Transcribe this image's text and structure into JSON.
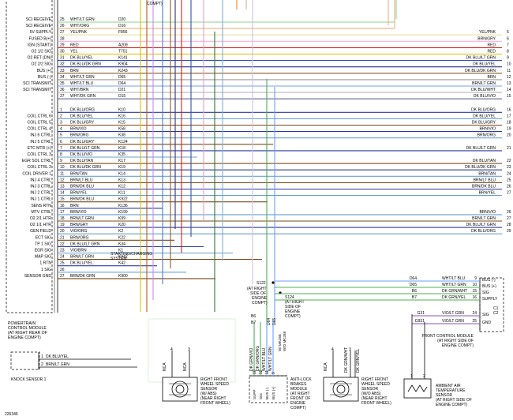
{
  "pcm": {
    "pin_labels": [
      "SCI RECEIVE",
      "SCI RECEIVE",
      "5V SUPPLY",
      "FUSED B(+)",
      "IGN (START)",
      "O2 1/2 SIG",
      "O2 RET (DN)",
      "O2 2/2 SIG",
      "BUS (+)",
      "BUS (-)",
      "SCI TRANSMIT",
      "SCI TRANSMIT",
      "COIL CTRL 6",
      "COIL CTRL 5",
      "COIL CTRL 4",
      "INJ 6 CTRL",
      "INJ 5 CTRL",
      "ETC MTR (+)",
      "COIL CTRL 3",
      "EGR SOL CTRL",
      "COIL CTRL 2",
      "COIL DRIVER 1",
      "INJ 4 CTRL",
      "INJ 3 CTRL",
      "INJ 2 CTRL",
      "INJ 1 CTRL",
      "SENS RTN",
      "MTV CTRL",
      "O2 2/1 HTR",
      "O2 1/1 HTR",
      "GEN FIELD",
      "ECT SIG",
      "TP 1 SIG",
      "EGR SIG",
      "MAP SIG",
      "1 RTN",
      "1 SIG",
      "SENSOR GND"
    ],
    "title_lines": [
      "POWERTRAIN",
      "CONTROL MODULE",
      "(AT RIGHT REAR OF",
      "ENGINE COMPT)"
    ]
  },
  "wires": [
    {
      "pin": "25",
      "color": "WHT/LT GRN",
      "circuit": "D20",
      "rcolor": "",
      "rpin": ""
    },
    {
      "pin": "26",
      "color": "WHT/ORG",
      "circuit": "D16",
      "rcolor": "",
      "rpin": ""
    },
    {
      "pin": "27",
      "color": "YEL/PNK",
      "circuit": "F856",
      "rcolor": "YEL/PNK",
      "rpin": "5"
    },
    {
      "pin": "28",
      "color": "",
      "circuit": "",
      "rcolor": "BRN/GRY",
      "rpin": "6"
    },
    {
      "pin": "29",
      "color": "RED",
      "circuit": "A209",
      "rcolor": "RED",
      "rpin": "7"
    },
    {
      "pin": "30",
      "color": "YEL",
      "circuit": "T751",
      "rcolor": "RED",
      "rpin": "8"
    },
    {
      "pin": "31",
      "color": "DK BLU/YEL",
      "circuit": "K141",
      "rcolor": "DK BLU/LT GRN",
      "rpin": "9"
    },
    {
      "pin": "32",
      "color": "DK BLU/DK GRN",
      "circuit": "K904",
      "rcolor": "DK BLU/YEL",
      "rpin": "10"
    },
    {
      "pin": "33",
      "color": "BRN",
      "circuit": "K243",
      "rcolor": "DK BLU/DK GRN",
      "rpin": "11"
    },
    {
      "pin": "34",
      "color": "WHT/LT GRN",
      "circuit": "D65",
      "rcolor": "BRN",
      "rpin": "12"
    },
    {
      "pin": "35",
      "color": "WHT/LT BLU",
      "circuit": "D64",
      "rcolor": "BRN/LT GRN",
      "rpin": "13"
    },
    {
      "pin": "36",
      "color": "WHT/BRN",
      "circuit": "D21",
      "rcolor": "DK BLU/WHT",
      "rpin": "14"
    },
    {
      "pin": "37",
      "color": "WHT/DK GRN",
      "circuit": "D15",
      "rcolor": "DK BLU/VIO",
      "rpin": "15"
    },
    {
      "pin": "1",
      "color": "DK BLU/ORG",
      "circuit": "K10",
      "rcolor": "DK BLU/ORG",
      "rpin": "16"
    },
    {
      "pin": "2",
      "color": "DK BLU/YEL",
      "circuit": "K16",
      "rcolor": "DK BLU/YEL",
      "rpin": "17"
    },
    {
      "pin": "3",
      "color": "DK BLU/GRY",
      "circuit": "K15",
      "rcolor": "DK BLU/GRY",
      "rpin": "18"
    },
    {
      "pin": "4",
      "color": "BRN/VIO",
      "circuit": "K58",
      "rcolor": "BRN/VIO",
      "rpin": "19"
    },
    {
      "pin": "5",
      "color": "BRN/ORG",
      "circuit": "K38",
      "rcolor": "BRN/ORG",
      "rpin": "20"
    },
    {
      "pin": "6",
      "color": "DK BLU/GRY",
      "circuit": "K124",
      "rcolor": "",
      "rpin": ""
    },
    {
      "pin": "7",
      "color": "DK BLU/LT GRN",
      "circuit": "K18",
      "rcolor": "DK BLU/LT GRN",
      "rpin": "21"
    },
    {
      "pin": "8",
      "color": "DK BLU/VIO",
      "circuit": "K35",
      "rcolor": "",
      "rpin": ""
    },
    {
      "pin": "9",
      "color": "DK BLU/TAN",
      "circuit": "K17",
      "rcolor": "DK BLU/TAN",
      "rpin": "22"
    },
    {
      "pin": "10",
      "color": "DK BLU/DK GRN",
      "circuit": "K19",
      "rcolor": "DK BLU/DK GRN",
      "rpin": "23"
    },
    {
      "pin": "11",
      "color": "BRN/TAN",
      "circuit": "K14",
      "rcolor": "BRN/TAN",
      "rpin": "24"
    },
    {
      "pin": "12",
      "color": "BRN/LT BLU",
      "circuit": "K13",
      "rcolor": "BRN/LT BLU",
      "rpin": "25"
    },
    {
      "pin": "13",
      "color": "BRN/DK BLU",
      "circuit": "K12",
      "rcolor": "BRN/DK BLU",
      "rpin": "26"
    },
    {
      "pin": "14",
      "color": "BRN/YEL",
      "circuit": "K11",
      "rcolor": "BRN/YEL",
      "rpin": "27"
    },
    {
      "pin": "15",
      "color": "BRN/DK BLU",
      "circuit": "K922",
      "rcolor": "",
      "rpin": ""
    },
    {
      "pin": "16",
      "color": "BRN",
      "circuit": "K136",
      "rcolor": "",
      "rpin": ""
    },
    {
      "pin": "17",
      "color": "BRN/VIO",
      "circuit": "K199",
      "rcolor": "BRN/VIO",
      "rpin": "26"
    },
    {
      "pin": "18",
      "color": "BRN/LT GRN",
      "circuit": "K99",
      "rcolor": "BRN/LT GRN",
      "rpin": "27"
    },
    {
      "pin": "19",
      "color": "BRN/GRY",
      "circuit": "K20",
      "rcolor": "DK BLU/LT GRN",
      "rpin": "28"
    },
    {
      "pin": "20",
      "color": "VIO/ORG",
      "circuit": "K2",
      "rcolor": "DK BLU/ORG",
      "rpin": "29"
    },
    {
      "pin": "21",
      "color": "BRN/ORG",
      "circuit": "K22",
      "rcolor": "",
      "rpin": ""
    },
    {
      "pin": "22",
      "color": "DK BLU/LT GRN",
      "circuit": "K34",
      "rcolor": "",
      "rpin": ""
    },
    {
      "pin": "23",
      "color": "VIO/BRN",
      "circuit": "K1",
      "rcolor": "",
      "rpin": ""
    },
    {
      "pin": "24",
      "color": "BRN/LT GRN",
      "circuit": "K942",
      "rcolor": "",
      "rpin": ""
    },
    {
      "pin": "25",
      "color": "DK BLU/YEL",
      "circuit": "K42",
      "rcolor": "",
      "rpin": ""
    },
    {
      "pin": "26",
      "color": "",
      "circuit": "",
      "rcolor": "",
      "rpin": ""
    },
    {
      "pin": "27",
      "color": "BRN/DK GRN",
      "circuit": "K900",
      "rcolor": "",
      "rpin": ""
    }
  ],
  "top_note": "COMPT)",
  "starting_system": [
    "STARTING/CHARGING",
    "SYSTEM"
  ],
  "splices": {
    "s122": [
      "S122",
      "(AT RIGHT",
      "SIDE OF",
      "ENGINE",
      "COMPT)"
    ],
    "s124": [
      "S124",
      "(AT RIGHT",
      "SIDE OF",
      "ENGINE",
      "COMPT)"
    ],
    "b6": "B6",
    "b7": "B7",
    "d64": "D64",
    "d65": "D65"
  },
  "fcm": {
    "wires": [
      {
        "circuit": "D64",
        "color": "WHT/LT BLU",
        "pin": "9",
        "label": "BUS (-)"
      },
      {
        "circuit": "D65",
        "color": "WHT/LT GRN",
        "pin": "10",
        "label": "BUS (+)"
      },
      {
        "circuit": "B6",
        "color": "DK GRN/WHT",
        "pin": "15",
        "label": "SIG"
      },
      {
        "circuit": "B7",
        "color": "DK GRN/YEL",
        "pin": "16",
        "label": "SUPPLY"
      },
      {
        "circuit": "G31",
        "color": "VIO/LT GRN",
        "pin": "24",
        "label": "SIG"
      },
      {
        "circuit": "G931",
        "color": "VIO/LT GRN",
        "pin": "25",
        "label": "GND"
      }
    ],
    "conn_labels": [
      "C1",
      "C2"
    ],
    "title_lines": [
      "FRONT CONTROL MODULE",
      "(AT RIGHT SIDE OF",
      "ENGINE COMPT)"
    ]
  },
  "knock": {
    "pins": [
      "1",
      "2"
    ],
    "colors": [
      "DK BLU/YEL",
      "BRN/LT GRN"
    ],
    "title": "KNOCK SENSOR 1"
  },
  "rf_abs": {
    "wire_codes": [
      "NCA",
      "NCA"
    ],
    "pins": [
      "4",
      "3"
    ],
    "title_lines": [
      "RIGHT FRONT",
      "WHEEL SPEED",
      "SENSOR",
      "(W/ ABS)",
      "(NEAR RIGHT",
      "FRONT WHEEL)"
    ]
  },
  "abm": {
    "wire_colors": [
      "DK GRN/VIO",
      "DK GRN/ORG",
      "WHT/LT BLU",
      "WHT/LT GRN"
    ],
    "pins": [
      "10",
      "12",
      "11",
      "9"
    ],
    "notes": [
      "W/ MK25E",
      "W/O MK25E"
    ],
    "pin_labels": [
      "SUPP",
      "SIG",
      "BUS (-)",
      "BUS (+)"
    ],
    "title_lines": [
      "ANTI-LOCK",
      "BRAKES",
      "MODULE",
      "(AT RIGHT",
      "FRONT OF",
      "ENGINE",
      "COMPT)"
    ]
  },
  "rf_noabs": {
    "wire_colors": [
      "NCA",
      "DK GRN/WHT",
      "DK GRN/YEL"
    ],
    "pins": [
      "4",
      "3"
    ],
    "title_lines": [
      "RIGHT FRONT",
      "WHEEL SPEED",
      "SENSOR",
      "(W/O ABS)",
      "(NEAR RIGHT",
      "FRONT WHEEL)"
    ]
  },
  "aat": {
    "pins": [
      "1",
      "2"
    ],
    "title_lines": [
      "AMBIENT AIR",
      "TEMPERATURE",
      "SENSOR",
      "(AT RIGHT SIDE OF",
      "ENGINE COMPT)"
    ]
  },
  "figure_id": "226346"
}
